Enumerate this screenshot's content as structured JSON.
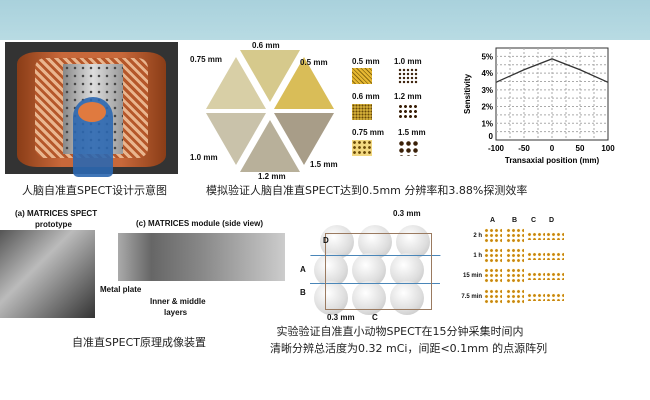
{
  "brain_figure": {
    "caption": "人脑自准直SPECT设计示意图"
  },
  "pinhole_figure": {
    "triangle_labels": [
      "0.6 mm",
      "0.75 mm",
      "0.5 mm",
      "1.0 mm",
      "1.5 mm",
      "1.2 mm"
    ],
    "pattern_labels": [
      "0.5 mm",
      "1.0 mm",
      "0.6 mm",
      "1.2 mm",
      "0.75 mm",
      "1.5 mm"
    ],
    "caption": "模拟验证人脑自准直SPECT达到0.5mm 分辨率和3.88%探测效率"
  },
  "chart_data": {
    "type": "line",
    "xlabel": "Transaxial position (mm)",
    "ylabel": "Sensitivity",
    "x": [
      -100,
      -50,
      0,
      50,
      100
    ],
    "values": [
      3.45,
      4.2,
      4.85,
      4.2,
      3.45
    ],
    "xlim": [
      -100,
      100
    ],
    "ylim": [
      0,
      5.5
    ],
    "xticks": [
      "-100",
      "-50",
      "0",
      "50",
      "100"
    ],
    "yticks": [
      "0",
      "1%",
      "2%",
      "3%",
      "4%",
      "5%"
    ],
    "grid": true
  },
  "prototype_figure": {
    "label_a": "(a) MATRICES SPECT",
    "label_a2": "prototype",
    "label_c": "(c) MATRICES module (side view)",
    "metal": "Metal plate",
    "inner": "Inner & middle",
    "layers": "layers",
    "caption": "自准直SPECT原理成像装置"
  },
  "phantom_figure": {
    "dim_top": "0.3 mm",
    "dim_bottom": "0.3 mm",
    "planes": [
      "A",
      "B",
      "C",
      "D"
    ],
    "columns": [
      "A",
      "B",
      "C",
      "D"
    ],
    "rows": [
      "2 h",
      "1 h",
      "15 min",
      "7.5 min"
    ],
    "caption_line1": "实验验证自准直小动物SPECT在15分钟采集时间内",
    "caption_line2": "清晰分辨总活度为0.32 mCi，间距<0.1mm 的点源阵列"
  }
}
